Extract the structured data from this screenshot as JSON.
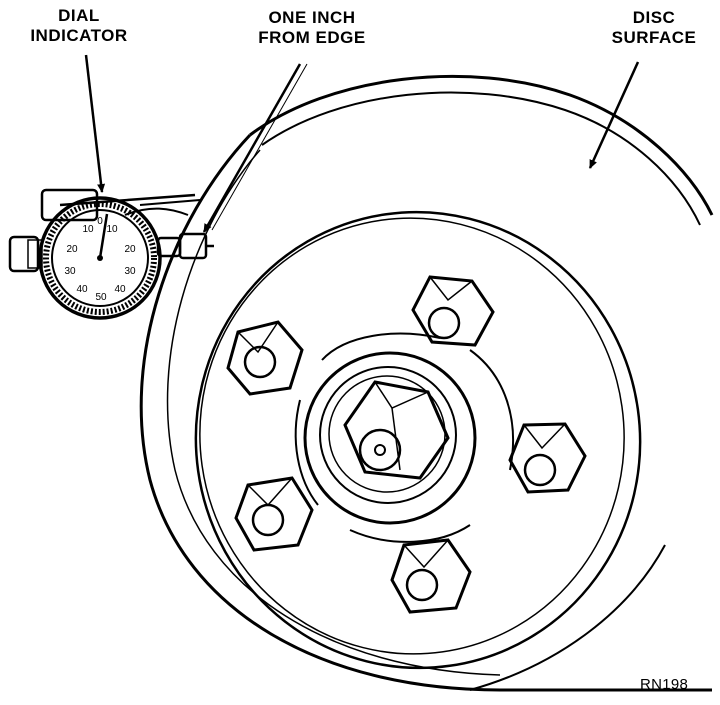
{
  "labels": {
    "dial_indicator": [
      "DIAL",
      "INDICATOR"
    ],
    "one_inch": [
      "ONE INCH",
      "FROM EDGE"
    ],
    "disc_surface": [
      "DISC",
      "SURFACE"
    ]
  },
  "gauge_numbers": [
    "10",
    "20",
    "30",
    "40",
    "50",
    "40",
    "30",
    "20",
    "10",
    "0"
  ],
  "figure_code": "RN198"
}
